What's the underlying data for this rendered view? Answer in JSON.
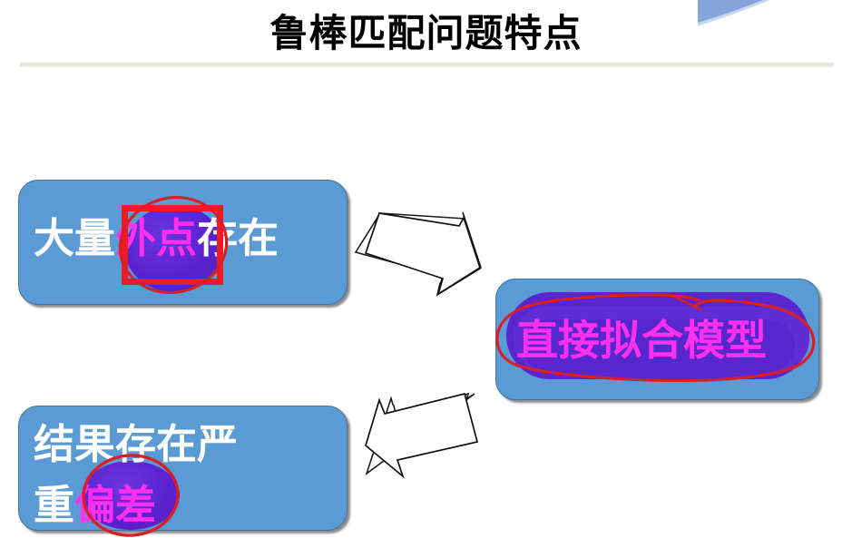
{
  "slide": {
    "title": "鲁棒匹配问题特点",
    "background_color": "#FFFFFF",
    "accent_color": "#5B9BD5",
    "rule_color": "#E2E8DC"
  },
  "decorations": {
    "corner_swoosh": "blue-swoosh-decoration",
    "title_rule": "horizontal-divider"
  },
  "boxes": [
    {
      "id": "outliers",
      "text_plain": "大量外点存在",
      "segments": [
        {
          "text": "大量",
          "style": "white"
        },
        {
          "text": "外点",
          "style": "magenta-highlight"
        },
        {
          "text": "存在",
          "style": "white"
        }
      ],
      "fill": "#5B9BD5",
      "border": "#41719C",
      "annotations": [
        "purple-blob",
        "red-ellipse",
        "red-rectangle"
      ]
    },
    {
      "id": "model",
      "text_plain": "直接拟合模型",
      "segments": [
        {
          "text": "直接拟合模型",
          "style": "magenta-highlight"
        }
      ],
      "fill": "#5B9BD5",
      "border": "#41719C",
      "annotations": [
        "purple-brush-stroke",
        "red-freehand-circle"
      ]
    },
    {
      "id": "deviation",
      "text_plain": "结果存在严重偏差",
      "segments": [
        {
          "text": "结果存在严",
          "style": "white"
        },
        {
          "text": "重",
          "style": "white"
        },
        {
          "text": "偏差",
          "style": "magenta-highlight"
        }
      ],
      "line1": "结果存在严",
      "line2_prefix": "重",
      "line2_highlight": "偏差",
      "fill": "#5B9BD5",
      "border": "#41719C",
      "annotations": [
        "purple-blob",
        "red-ellipse"
      ]
    }
  ],
  "arrows": [
    {
      "id": "arrow-outliers-to-model",
      "direction": "down-right",
      "fill": "#FFFFFF",
      "stroke": "#000000"
    },
    {
      "id": "arrow-model-to-deviation",
      "direction": "down-left",
      "fill": "#FFFFFF",
      "stroke": "#000000"
    }
  ],
  "colors": {
    "box_blue": "#5B9BD5",
    "box_border": "#41719C",
    "highlight_magenta": "#FF2FEE",
    "blob_purple": "#5A22CE",
    "annotation_red": "#ED1C24",
    "text_white": "#FFFFFF",
    "title_black": "#000000"
  }
}
